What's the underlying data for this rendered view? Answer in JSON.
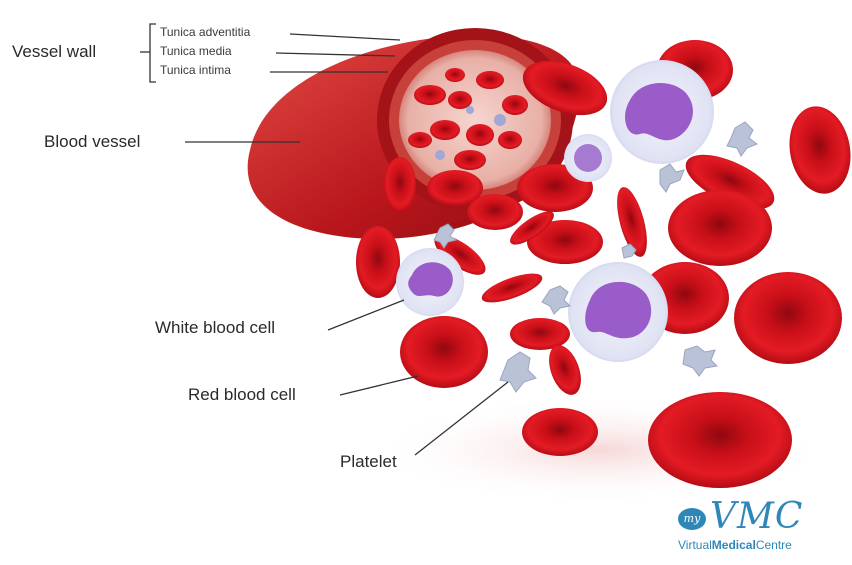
{
  "labels": {
    "vessel_wall": "Vessel wall",
    "tunica_adventitia": "Tunica adventitia",
    "tunica_media": "Tunica media",
    "tunica_intima": "Tunica intima",
    "blood_vessel": "Blood vessel",
    "white_blood_cell": "White blood cell",
    "red_blood_cell": "Red blood cell",
    "platelet": "Platelet"
  },
  "logo": {
    "mark": "VMC",
    "badge": "my",
    "sub_light_1": "Virtual",
    "sub_bold": "Medical",
    "sub_light_2": "Centre"
  },
  "colors": {
    "rbc": "#d8141e",
    "rbc_dark": "#9e0a12",
    "vessel": "#c41e24",
    "wbc_nucleus": "#9a5cc8",
    "wbc_cyto": "#e6e8f6",
    "platelet": "#b9c2d6",
    "leader_line": "#333333",
    "brand": "#2f87b8"
  }
}
